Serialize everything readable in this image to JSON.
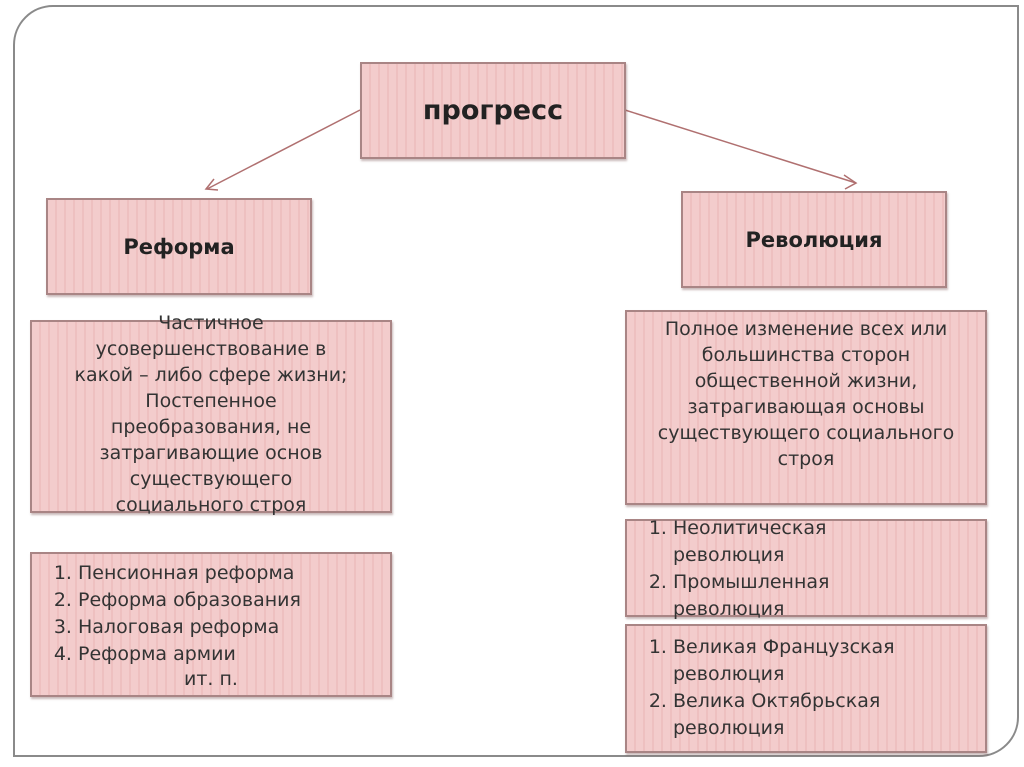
{
  "root": "прогресс",
  "reform": {
    "title": "Реформа",
    "description": "Частичное усовершенствование в какой – либо сфере жизни; Постепенное преобразования, не затрагивающие основ существующего социального строя",
    "examples": [
      "Пенсионная реформа",
      "Реформа образования",
      "Налоговая реформа",
      "Реформа армии"
    ],
    "examples_suffix": "ит. п."
  },
  "revolution": {
    "title": "Революция",
    "description": "Полное изменение всех или большинства сторон общественной жизни, затрагивающая основы существующего социального строя",
    "examples_a": [
      "Неолитическая революция",
      "Промышленная революция"
    ],
    "examples_b": [
      "Великая Французская революция",
      "Велика Октябрьская революция"
    ]
  },
  "colors": {
    "box_fill": "#f3cccc",
    "box_border": "#a98585",
    "arrow": "#b07070"
  }
}
